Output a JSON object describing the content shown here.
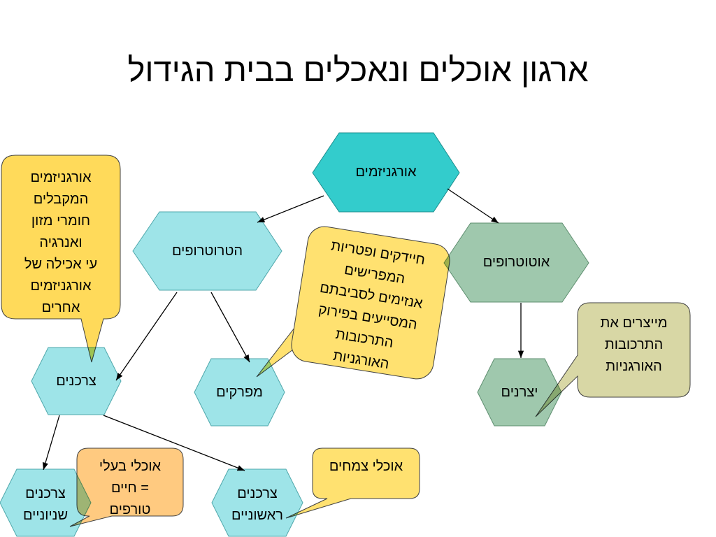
{
  "slide": {
    "title": "ארגון אוכלים ונאכלים בבית הגידול"
  },
  "nodes": {
    "organisms": "אורגניזמים",
    "heterotrophs": "הטרוטרופים",
    "autotrophs": "אוטוטרופים",
    "consumers": "צרכנים",
    "decomposers": "מפרקים",
    "producers": "יצרנים",
    "secondary_consumers": "צרכנים\nשניוניים",
    "primary_consumers": "צרכנים\nראשוניים"
  },
  "callouts": {
    "heterotrophs_definition": "אורגניזמים\nהמקבלים\nחומרי מזון\nואנרגיה\nעי אכילה של\nאורגניזמים\nאחרים",
    "decomposers_definition": "חיידקים ופטריות\nהמפרישים\nאנזימים לסביבתם\nהמסייעים בפירוק\nהתרכובות\nהאורגניות",
    "producers_definition": "מייצרים את\nהתרכובות\nהאורגניות",
    "secondary_consumers_definition": "אוכלי בעלי\nחיים =\nטורפים",
    "primary_consumers_definition": "אוכלי צמחים"
  },
  "colors": {
    "teal_hexagon": "#33CCCC",
    "cyan_hexagon": "#9EE4E8",
    "green_hexagon": "#9FC8AD",
    "yellow_callout": "#FFDA5A",
    "light_yellow_callout": "#FFE170",
    "khaki_callout": "#D8D7A5",
    "orange_callout": "#FFCA80"
  }
}
